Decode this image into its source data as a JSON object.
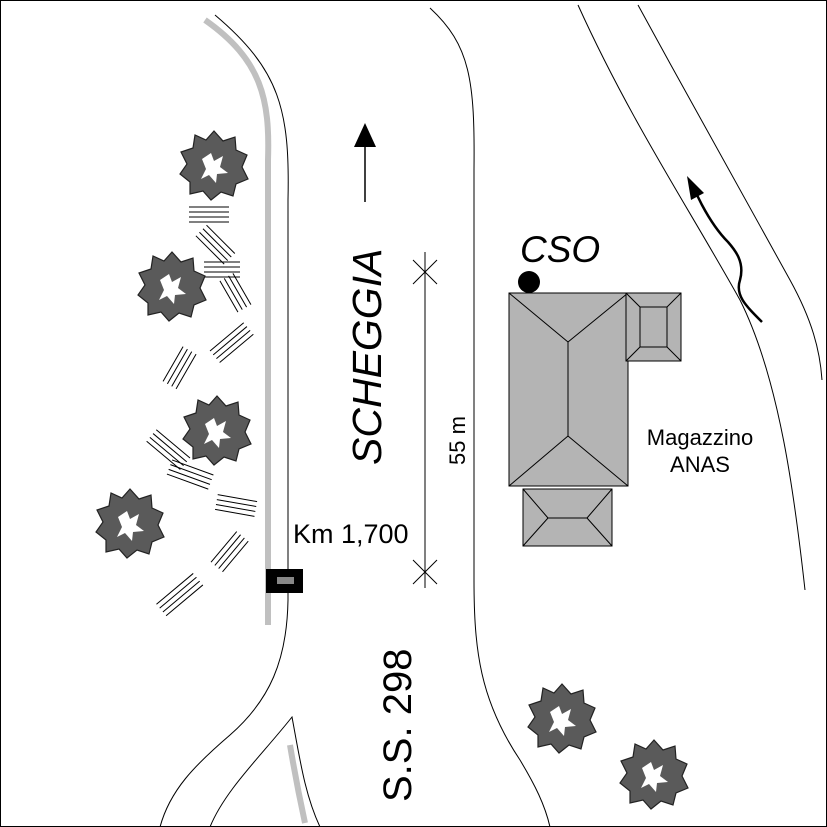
{
  "map": {
    "direction_label": "SCHEGGIA",
    "station_label": "CSO",
    "building_label_line1": "Magazzino",
    "building_label_line2": "ANAS",
    "distance_label": "55 m",
    "km_marker_label": "Km 1,700",
    "road_label": "S.S. 298"
  },
  "colors": {
    "roof": "#b4b4b4",
    "tree": "#5a5a5a",
    "guardrail": "#c0c0c0",
    "station_marker": "#000000",
    "line": "#000000"
  },
  "icons": {
    "direction_arrow": "arrow-up-icon",
    "station": "dot-icon",
    "flow": "wavy-arrow-icon",
    "tree": "tree-icon",
    "km_marker": "milestone-icon"
  }
}
